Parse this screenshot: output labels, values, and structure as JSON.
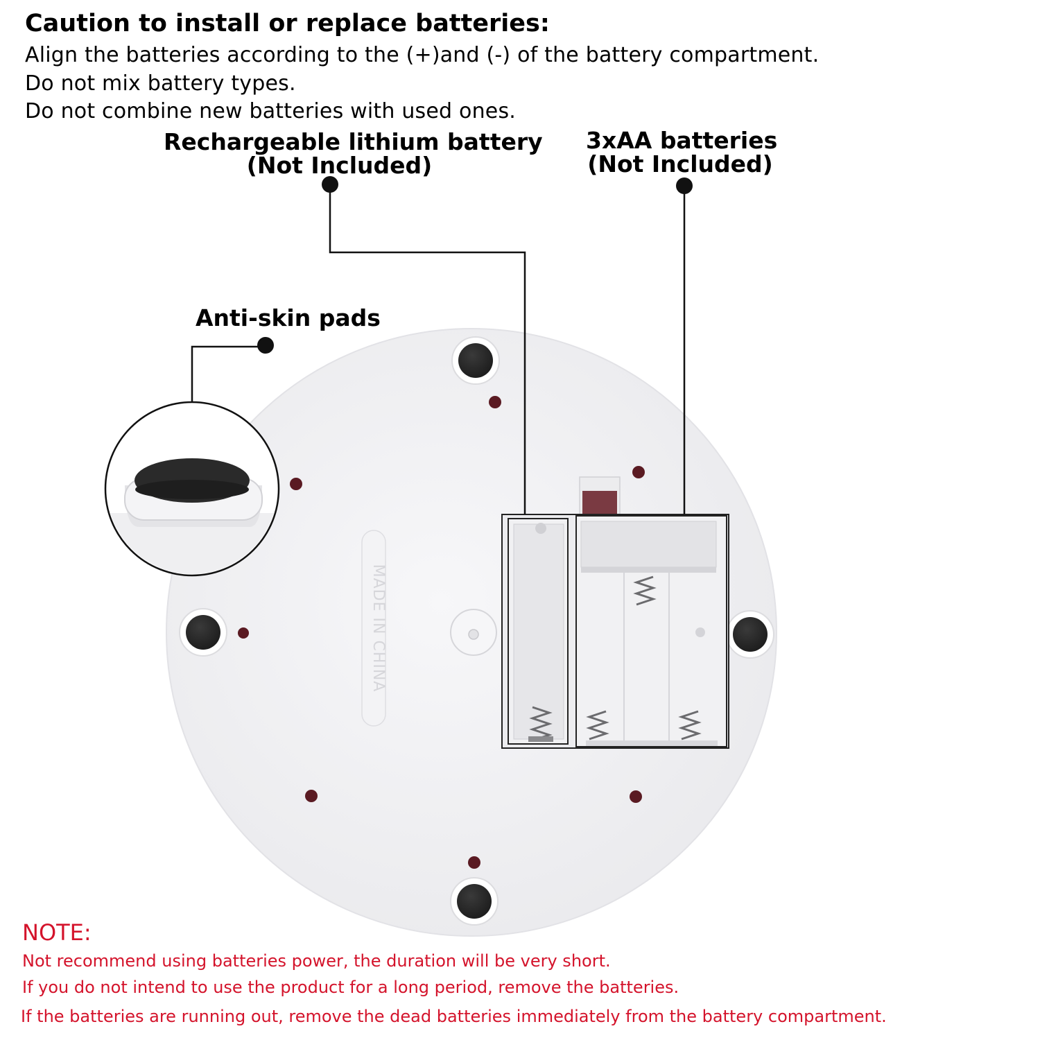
{
  "caution": {
    "title": "Caution to install or replace batteries:",
    "lines": [
      "Align the batteries according to the (+)and (-) of the battery compartment.",
      "Do not mix battery types.",
      "Do not combine new batteries with used ones."
    ]
  },
  "callouts": {
    "lithium": {
      "line1": "Rechargeable lithium battery",
      "line2": "(Not Included)"
    },
    "aa": {
      "line1": "3xAA batteries",
      "line2": "(Not Included)"
    },
    "pads": {
      "label": "Anti-skin pads"
    }
  },
  "product": {
    "embossed_text": "MADE IN CHINA"
  },
  "note": {
    "title": "NOTE:",
    "lines": [
      "Not recommend using batteries power, the duration will be very short.",
      "If you do not intend to use the product for a long period, remove the batteries.",
      "If the batteries are running out, remove the dead batteries immediately from the battery compartment."
    ]
  },
  "colors": {
    "note_red": "#d4132b",
    "pad_black": "#2a2a2a",
    "base_white": "#f2f2f4"
  }
}
